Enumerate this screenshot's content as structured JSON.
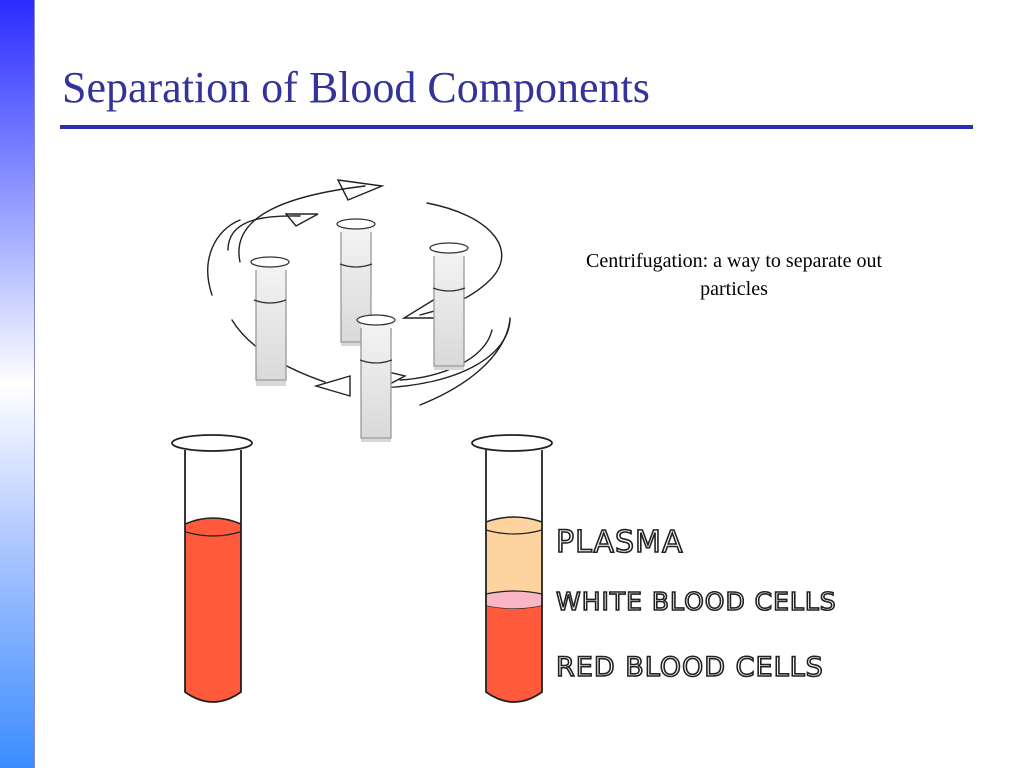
{
  "title": "Separation of Blood Components",
  "caption": "Centrifugation: a way to separate out particles",
  "layers": {
    "plasma": "PLASMA",
    "wbc": "WHITE BLOOD CELLS",
    "rbc": "RED BLOOD CELLS"
  },
  "colors": {
    "title": "#333399",
    "blood": "#ff5a3c",
    "plasma": "#fdd3a0",
    "wbc": "#f9b6c4"
  }
}
